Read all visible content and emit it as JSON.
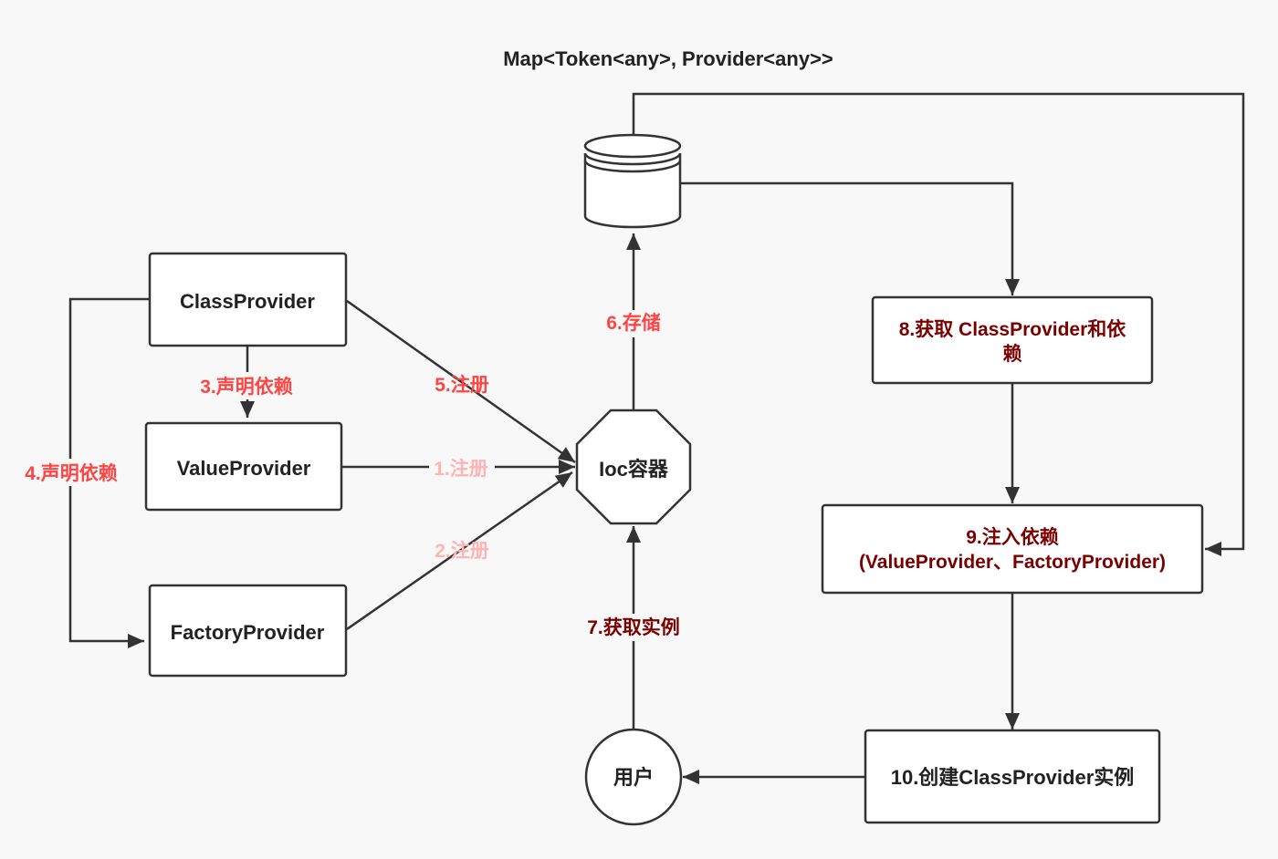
{
  "title": "Map<Token<any>, Provider<any>>",
  "nodes": {
    "class_provider": "ClassProvider",
    "value_provider": "ValueProvider",
    "factory_provider": "FactoryProvider",
    "ioc_container": "Ioc容器",
    "user": "用户",
    "step8_line1": "8.获取 ClassProvider和依",
    "step8_line2": "赖",
    "step9_line1": "9.注入依赖",
    "step9_line2": "(ValueProvider、FactoryProvider)",
    "step10": "10.创建ClassProvider实例"
  },
  "edges": {
    "register_value": "1.注册",
    "register_factory": "2.注册",
    "declare_dep_value": "3.声明依赖",
    "declare_dep_factory": "4.声明依赖",
    "register_class": "5.注册",
    "store": "6.存储",
    "get_instance": "7.获取实例"
  },
  "colors": {
    "red": "#ff4444",
    "pink": "#ffb3b3",
    "dark_red": "#7a0000",
    "stroke": "#333333",
    "background": "#f8f8f8"
  }
}
